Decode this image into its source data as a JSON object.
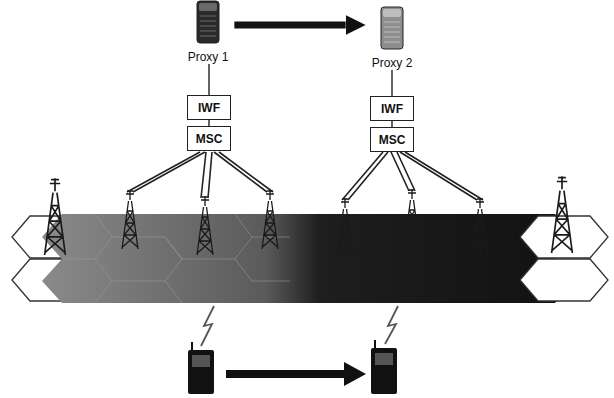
{
  "diagram": {
    "nodes": [
      {
        "text": [
          "Proxy 1"
        ]
      },
      {
        "text": [
          "IWF"
        ]
      },
      {
        "text": [
          "MSC"
        ]
      },
      {
        "text": [
          "Proxy 2"
        ]
      },
      {
        "text": [
          "IWF"
        ]
      },
      {
        "text": [
          "MSC"
        ]
      }
    ],
    "edges": [
      {
        "from": 0,
        "to": 3,
        "arrow": "to"
      },
      {
        "from": 0,
        "to": 1,
        "arrow": "none"
      },
      {
        "from": 1,
        "to": 2,
        "arrow": "none"
      },
      {
        "from": 3,
        "to": 4,
        "arrow": "none"
      },
      {
        "from": 4,
        "to": 5,
        "arrow": "none"
      }
    ]
  }
}
